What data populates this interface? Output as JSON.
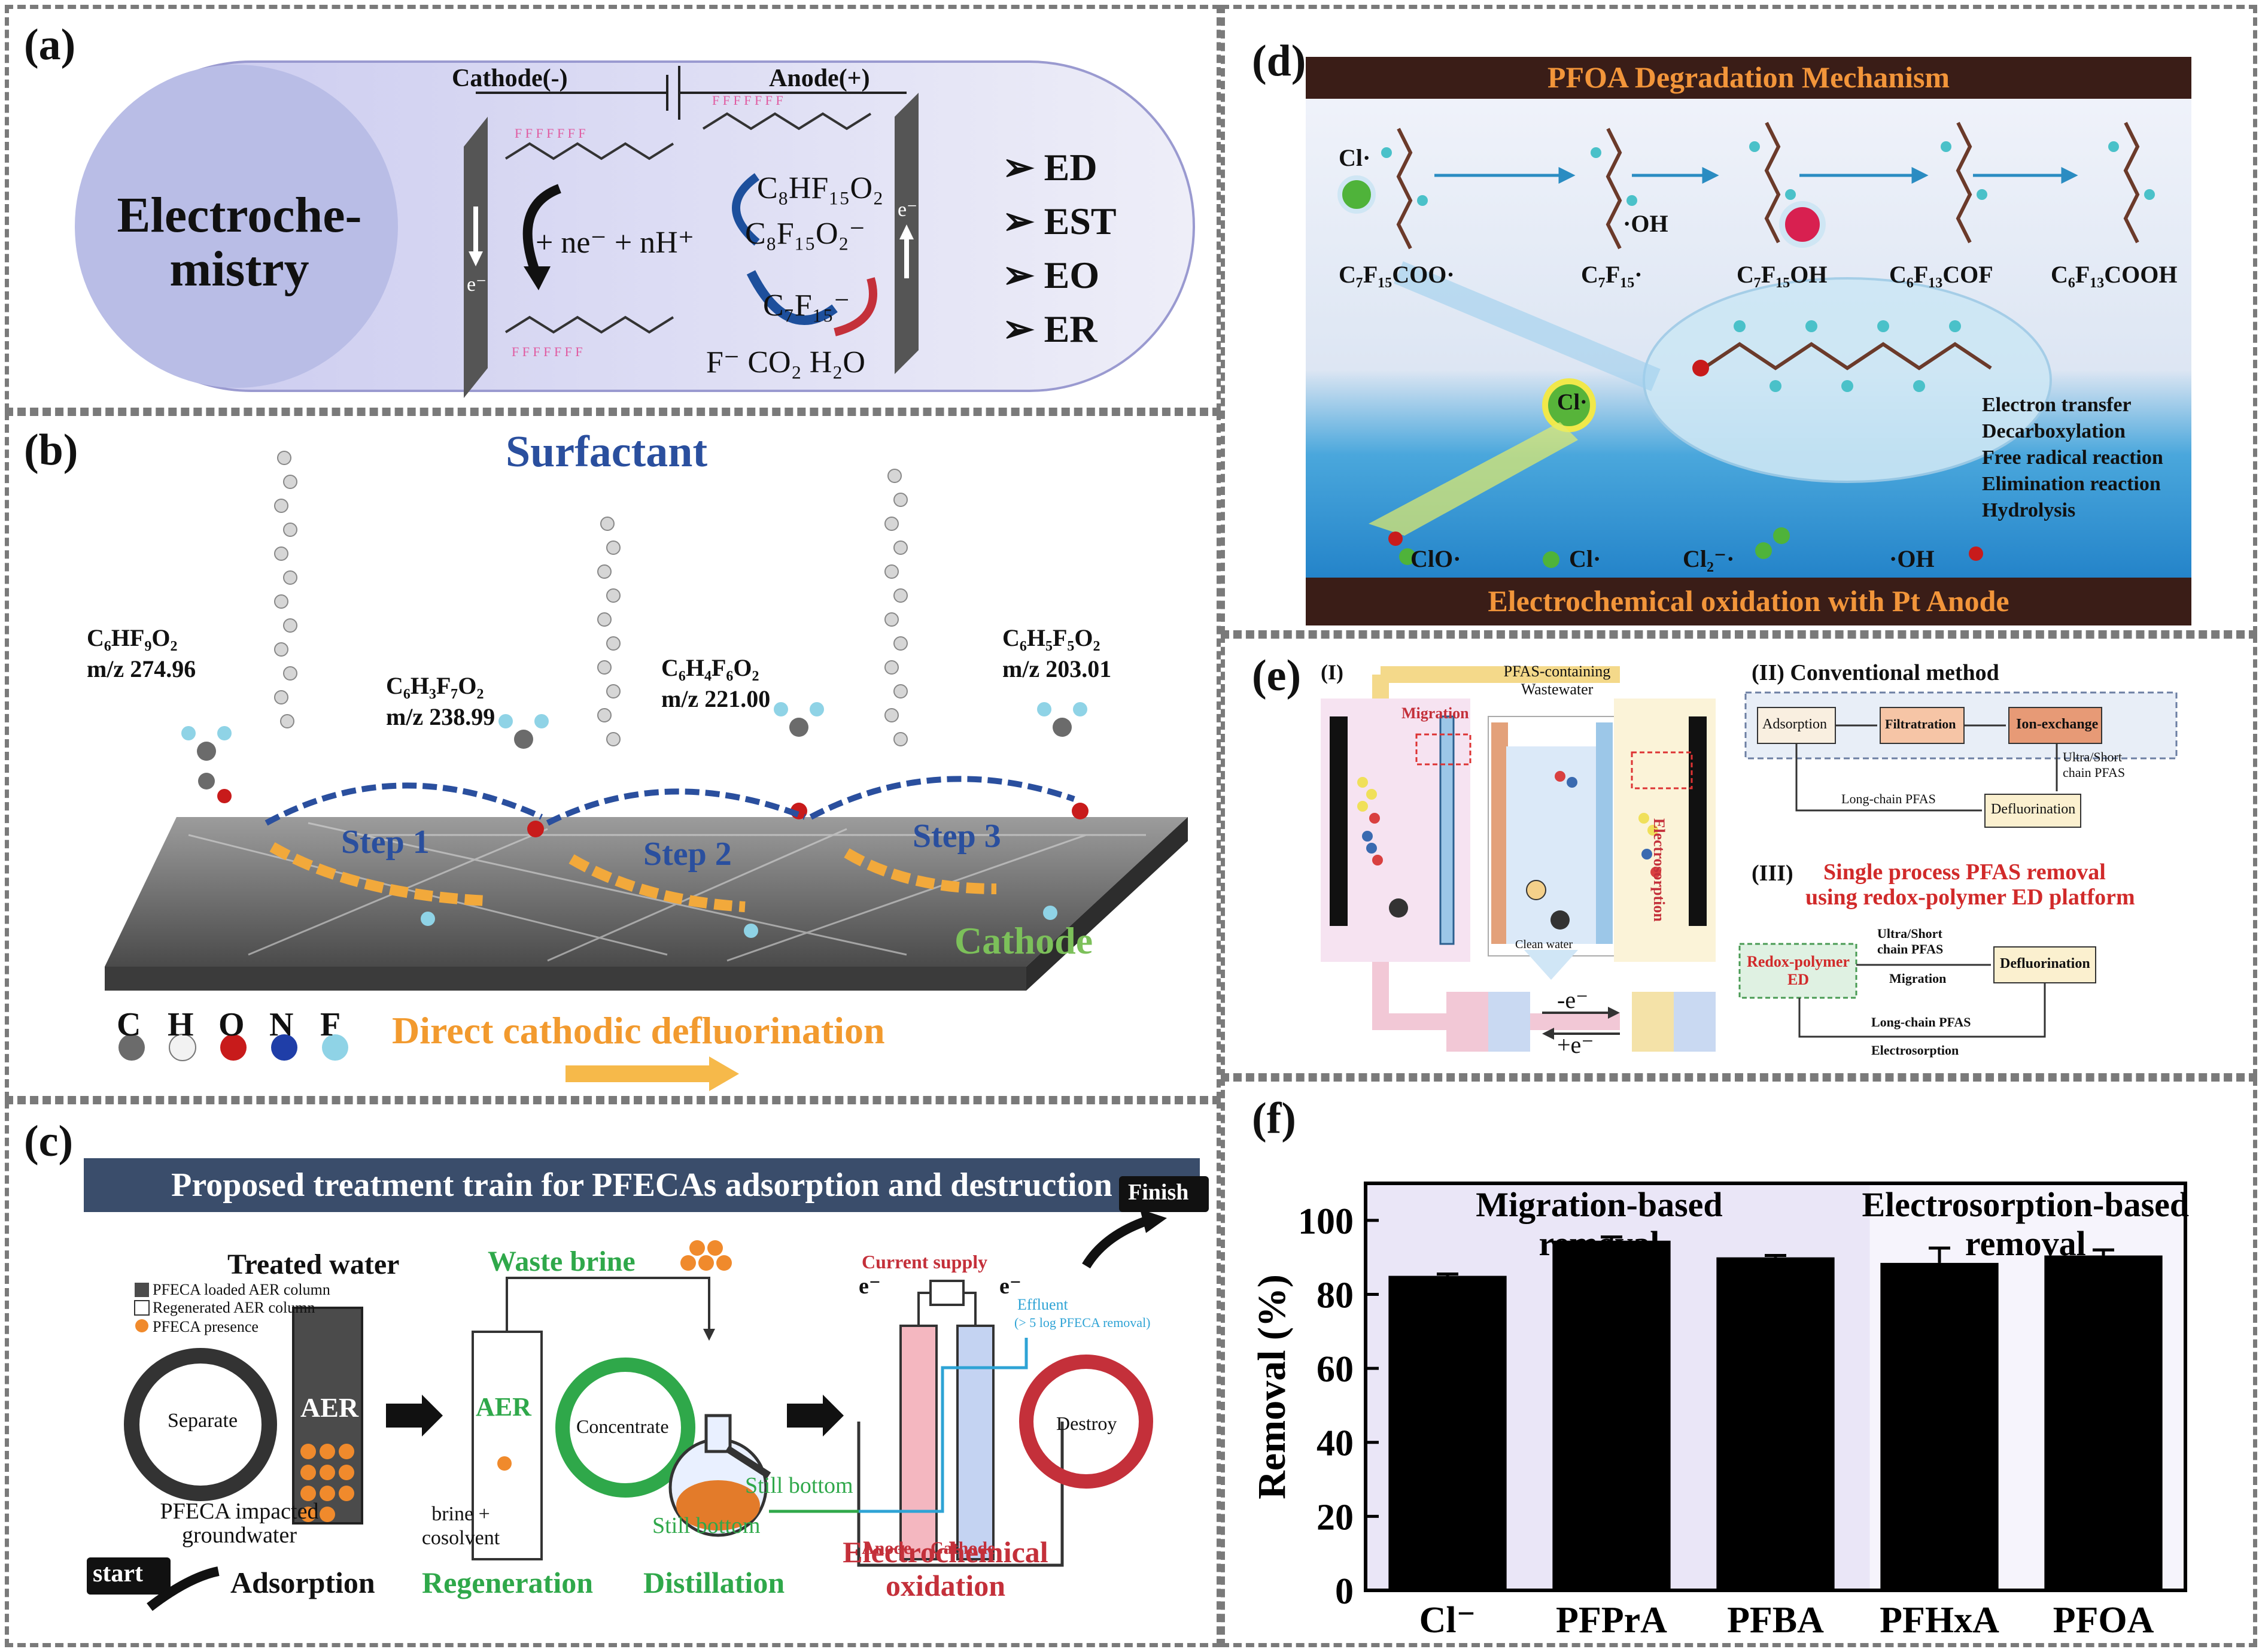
{
  "panels": {
    "a": {
      "label": "(a)",
      "circle_text_line1": "Electroche-",
      "circle_text_line2": "mistry",
      "cathode": "Cathode(-)",
      "anode": "Anode(+)",
      "reaction_left": "+ ne⁻ + nH⁺",
      "species1": "C₈HF₁₅O₂",
      "species2": "C₈F₁₅O₂⁻",
      "species3": "C₇F₁₅⁻",
      "products": "F⁻ CO₂ H₂O",
      "electron": "e⁻",
      "methods": [
        "ED",
        "EST",
        "EO",
        "ER"
      ]
    },
    "b": {
      "label": "(b)",
      "title": "Surfactant",
      "compounds": [
        {
          "formula": "C₆HF₉O₂",
          "mz": "m/z 274.96"
        },
        {
          "formula": "C₆H₃F₇O₂",
          "mz": "m/z 238.99"
        },
        {
          "formula": "C₆H₄F₆O₂",
          "mz": "m/z 221.00"
        },
        {
          "formula": "C₆H₅F₅O₂",
          "mz": "m/z 203.01"
        }
      ],
      "steps": [
        "Step 1",
        "Step 2",
        "Step 3"
      ],
      "cathode": "Cathode",
      "legend": [
        "C",
        "H",
        "O",
        "N",
        "F"
      ],
      "legend_colors": [
        "#6b6b6b",
        "#f2f2f2",
        "#c81b1b",
        "#1f3ea8",
        "#8fd3e6"
      ],
      "caption": "Direct cathodic defluorination"
    },
    "c": {
      "label": "(c)",
      "title": "Proposed treatment train for PFECAs adsorption and destruction",
      "treated_water": "Treated water",
      "legend": [
        "PFECA loaded AER column",
        "Regenerated AER column",
        "PFECA presence"
      ],
      "aer": "AER",
      "separate": "Separate",
      "impacted": "PFECA impacted groundwater",
      "start": "start",
      "waste_brine": "Waste brine",
      "concentrate": "Concentrate",
      "brine": "brine + cosolvent",
      "still_bottom": "Still bottom",
      "current_supply": "Current supply",
      "electron": "e⁻",
      "effluent": "Effluent",
      "effluent_note": "(> 5 log PFECA removal)",
      "finish": "Finish",
      "destroy": "Destroy",
      "anode": "Anode",
      "cathode": "Cathode",
      "stages": [
        "Adsorption",
        "Regeneration",
        "Distillation",
        "Electrochemical oxidation"
      ]
    },
    "d": {
      "label": "(d)",
      "title": "PFOA Degradation Mechanism",
      "bottom": "Electrochemical oxidation with Pt Anode",
      "intermediates": [
        "C₇F₁₅COO·",
        "C₇F₁₅·",
        "C₇F₁₅OH",
        "C₆F₁₃COF",
        "C₆F₁₃COOH"
      ],
      "radicals_top": [
        "Cl·",
        "·OH"
      ],
      "radicals_bottom": [
        "ClO·",
        "Cl·",
        "Cl₂⁻·",
        "·OH"
      ],
      "drop_label": "Cl·",
      "mechanisms": [
        "Electron transfer",
        "Decarboxylation",
        "Free radical reaction",
        "Elimination reaction",
        "Hydrolysis"
      ]
    },
    "e": {
      "label": "(e)",
      "I": "(I)",
      "feed": "PFAS-containing Wastewater",
      "migration": "Migration",
      "electrosorption": "Electrosorption",
      "clean_water": "Clean water",
      "minus_e": "-e⁻",
      "plus_e": "+e⁻",
      "II": "(II) Conventional method",
      "conv_steps": [
        "Adsorption",
        "Filtratration",
        "Ion-exchange",
        "Defluorination"
      ],
      "ultra": "Ultra/Short chain PFAS",
      "long": "Long-chain PFAS",
      "III_num": "(III)",
      "III_line1": "Single process PFAS removal",
      "III_line2": "using redox-polymer ED platform",
      "redox_box": "Redox-polymer ED",
      "defluorination": "Defluorination",
      "migration2": "Migration",
      "long2": "Long-chain PFAS",
      "electrosorption2": "Electrosorption"
    },
    "f": {
      "label": "(f)"
    }
  },
  "chart_data": {
    "type": "bar",
    "categories": [
      "Cl⁻",
      "PFPrA",
      "PFBA",
      "PFHxA",
      "PFOA"
    ],
    "values": [
      85,
      94.5,
      90,
      88.5,
      90.5
    ],
    "errors": [
      0.5,
      1,
      0.5,
      4,
      1.5
    ],
    "ylabel": "Removal (%)",
    "ylim": [
      0,
      110
    ],
    "yticks": [
      0,
      20,
      40,
      60,
      80,
      100
    ],
    "annotations": [
      "Migration-based removal",
      "Electrosorption-based removal"
    ],
    "bar_color": "#000000",
    "bg_color": "#eae6f7"
  }
}
